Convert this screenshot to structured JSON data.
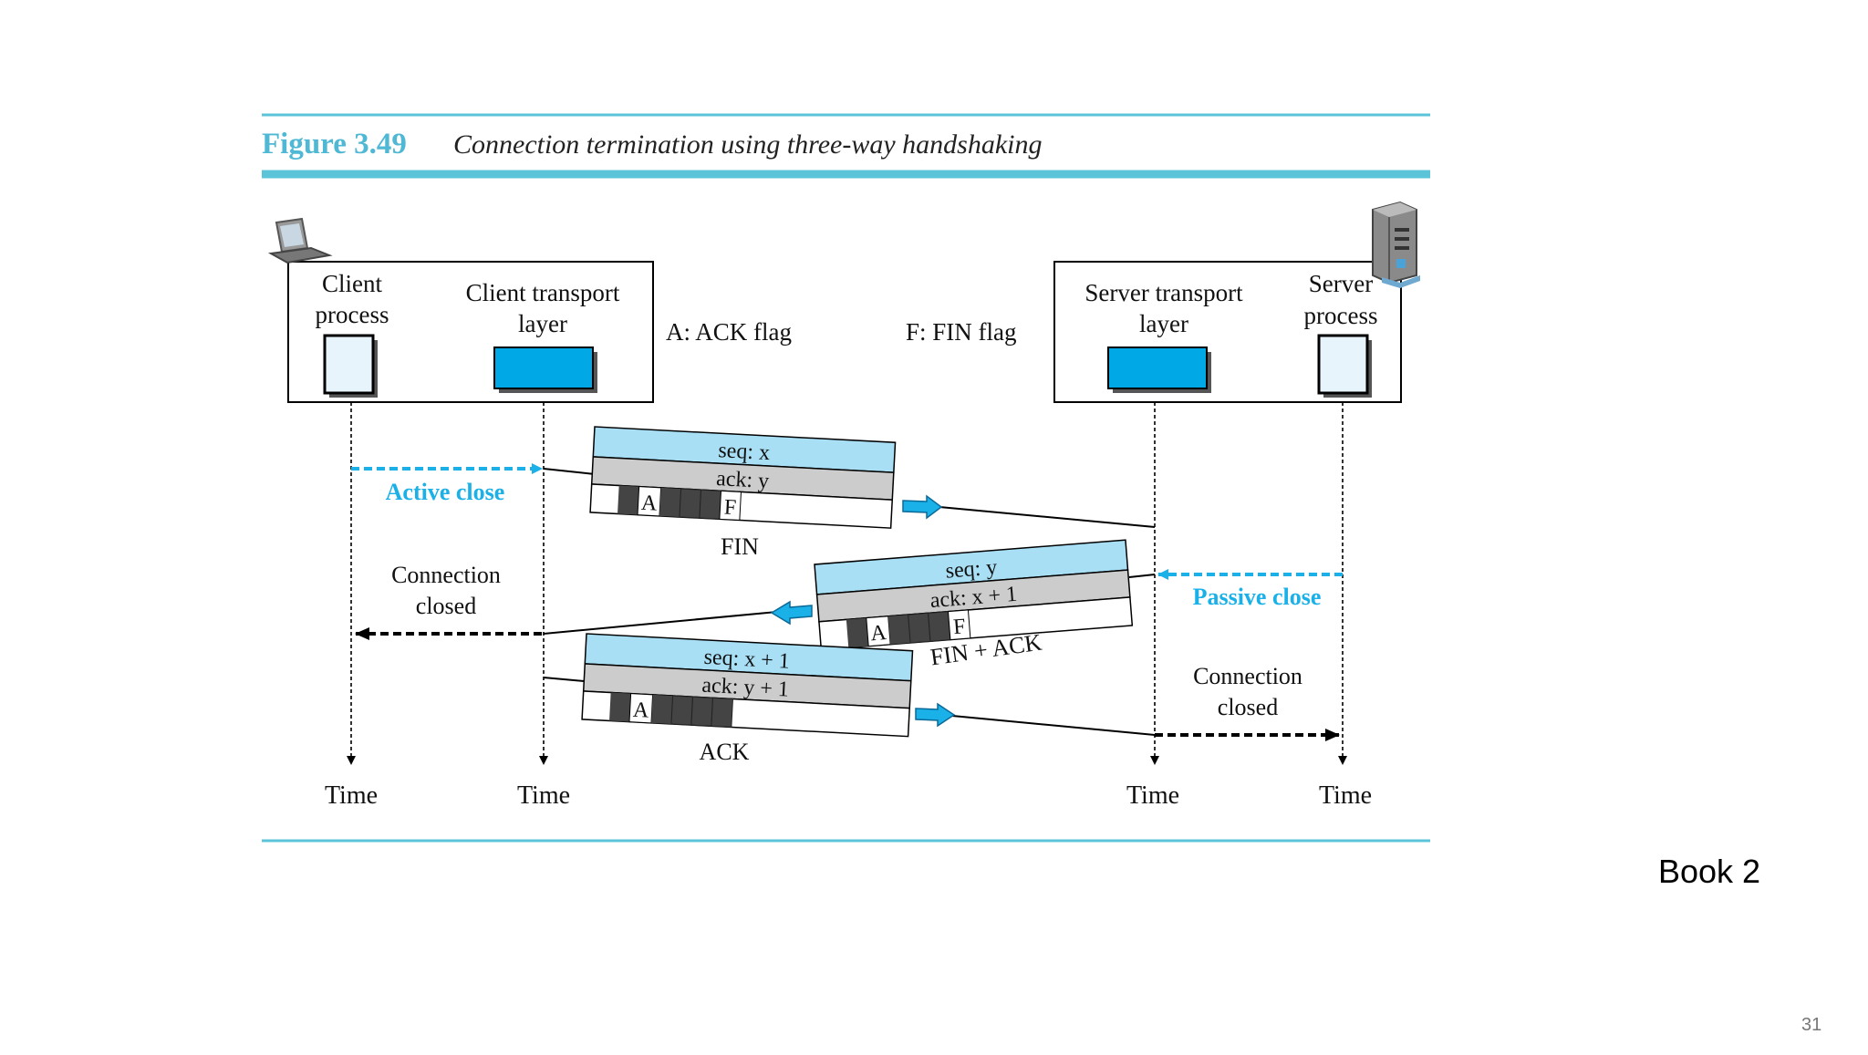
{
  "figure": {
    "number": "Figure 3.49",
    "caption": "Connection termination using three-way handshaking"
  },
  "legend": {
    "ack_flag": "A: ACK flag",
    "fin_flag": "F: FIN flag"
  },
  "client": {
    "process_label": [
      "Client",
      "process"
    ],
    "transport_label": [
      "Client transport",
      "layer"
    ],
    "icon": "laptop-icon"
  },
  "server": {
    "transport_label": [
      "Server transport",
      "layer"
    ],
    "process_label": [
      "Server",
      "process"
    ],
    "icon": "server-tower-icon"
  },
  "segments": [
    {
      "seq": "seq: x",
      "ack": "ack: y",
      "flag_a": "A",
      "flag_f": "F",
      "name": "FIN"
    },
    {
      "seq": "seq: y",
      "ack": "ack: x + 1",
      "flag_a": "A",
      "flag_f": "F",
      "name": "FIN + ACK"
    },
    {
      "seq": "seq: x + 1",
      "ack": "ack: y + 1",
      "flag_a": "A",
      "flag_f": "",
      "name": "ACK"
    }
  ],
  "events": {
    "active_close": "Active close",
    "passive_close": "Passive close",
    "client_closed": [
      "Connection",
      "closed"
    ],
    "server_closed": [
      "Connection",
      "closed"
    ]
  },
  "timeline_label": "Time",
  "book_label": "Book 2",
  "page_number": "31",
  "colors": {
    "accent": "#1ab0e8",
    "rule": "#5bc4d8",
    "header_blue": "#a8dff5",
    "header_gray": "#cccccc",
    "flag_dark": "#444444"
  }
}
